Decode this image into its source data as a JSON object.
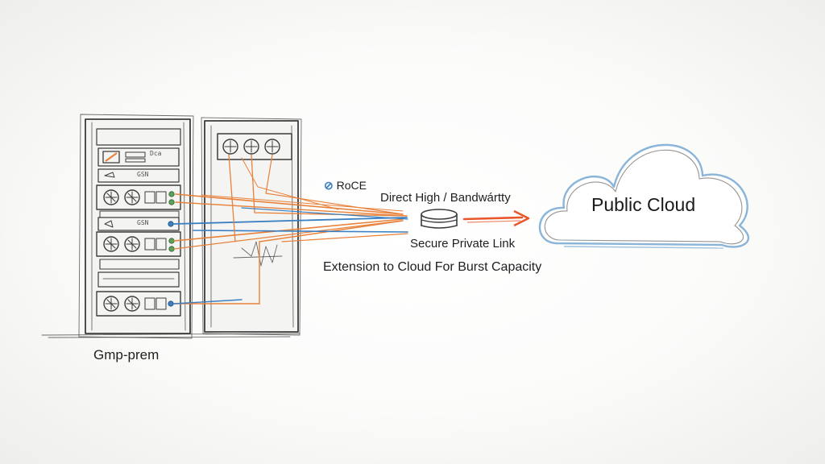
{
  "diagram": {
    "onprem_label": "Gmp-prem",
    "roce_label": "RoCE",
    "direct_label": "Direct High / Bandwártty",
    "secure_label": "Secure Private Link",
    "extension_label": "Extension to Cloud For Burst Capacity",
    "cloud_label": "Public Cloud",
    "rack_tags": [
      "Dca",
      "GSN",
      "GSN"
    ]
  },
  "colors": {
    "link_orange": "#e8813a",
    "link_blue": "#3a7fc1",
    "arrow_red_orange": "#e8562a",
    "cloud_blue": "#8ab4d8",
    "sketch_ink": "#3c3c3c",
    "port_green": "#5aa45a"
  },
  "icons": [
    "server-rack-icon",
    "fan-icon",
    "router-icon",
    "cloud-icon",
    "arrow-right-icon",
    "link-icon"
  ]
}
